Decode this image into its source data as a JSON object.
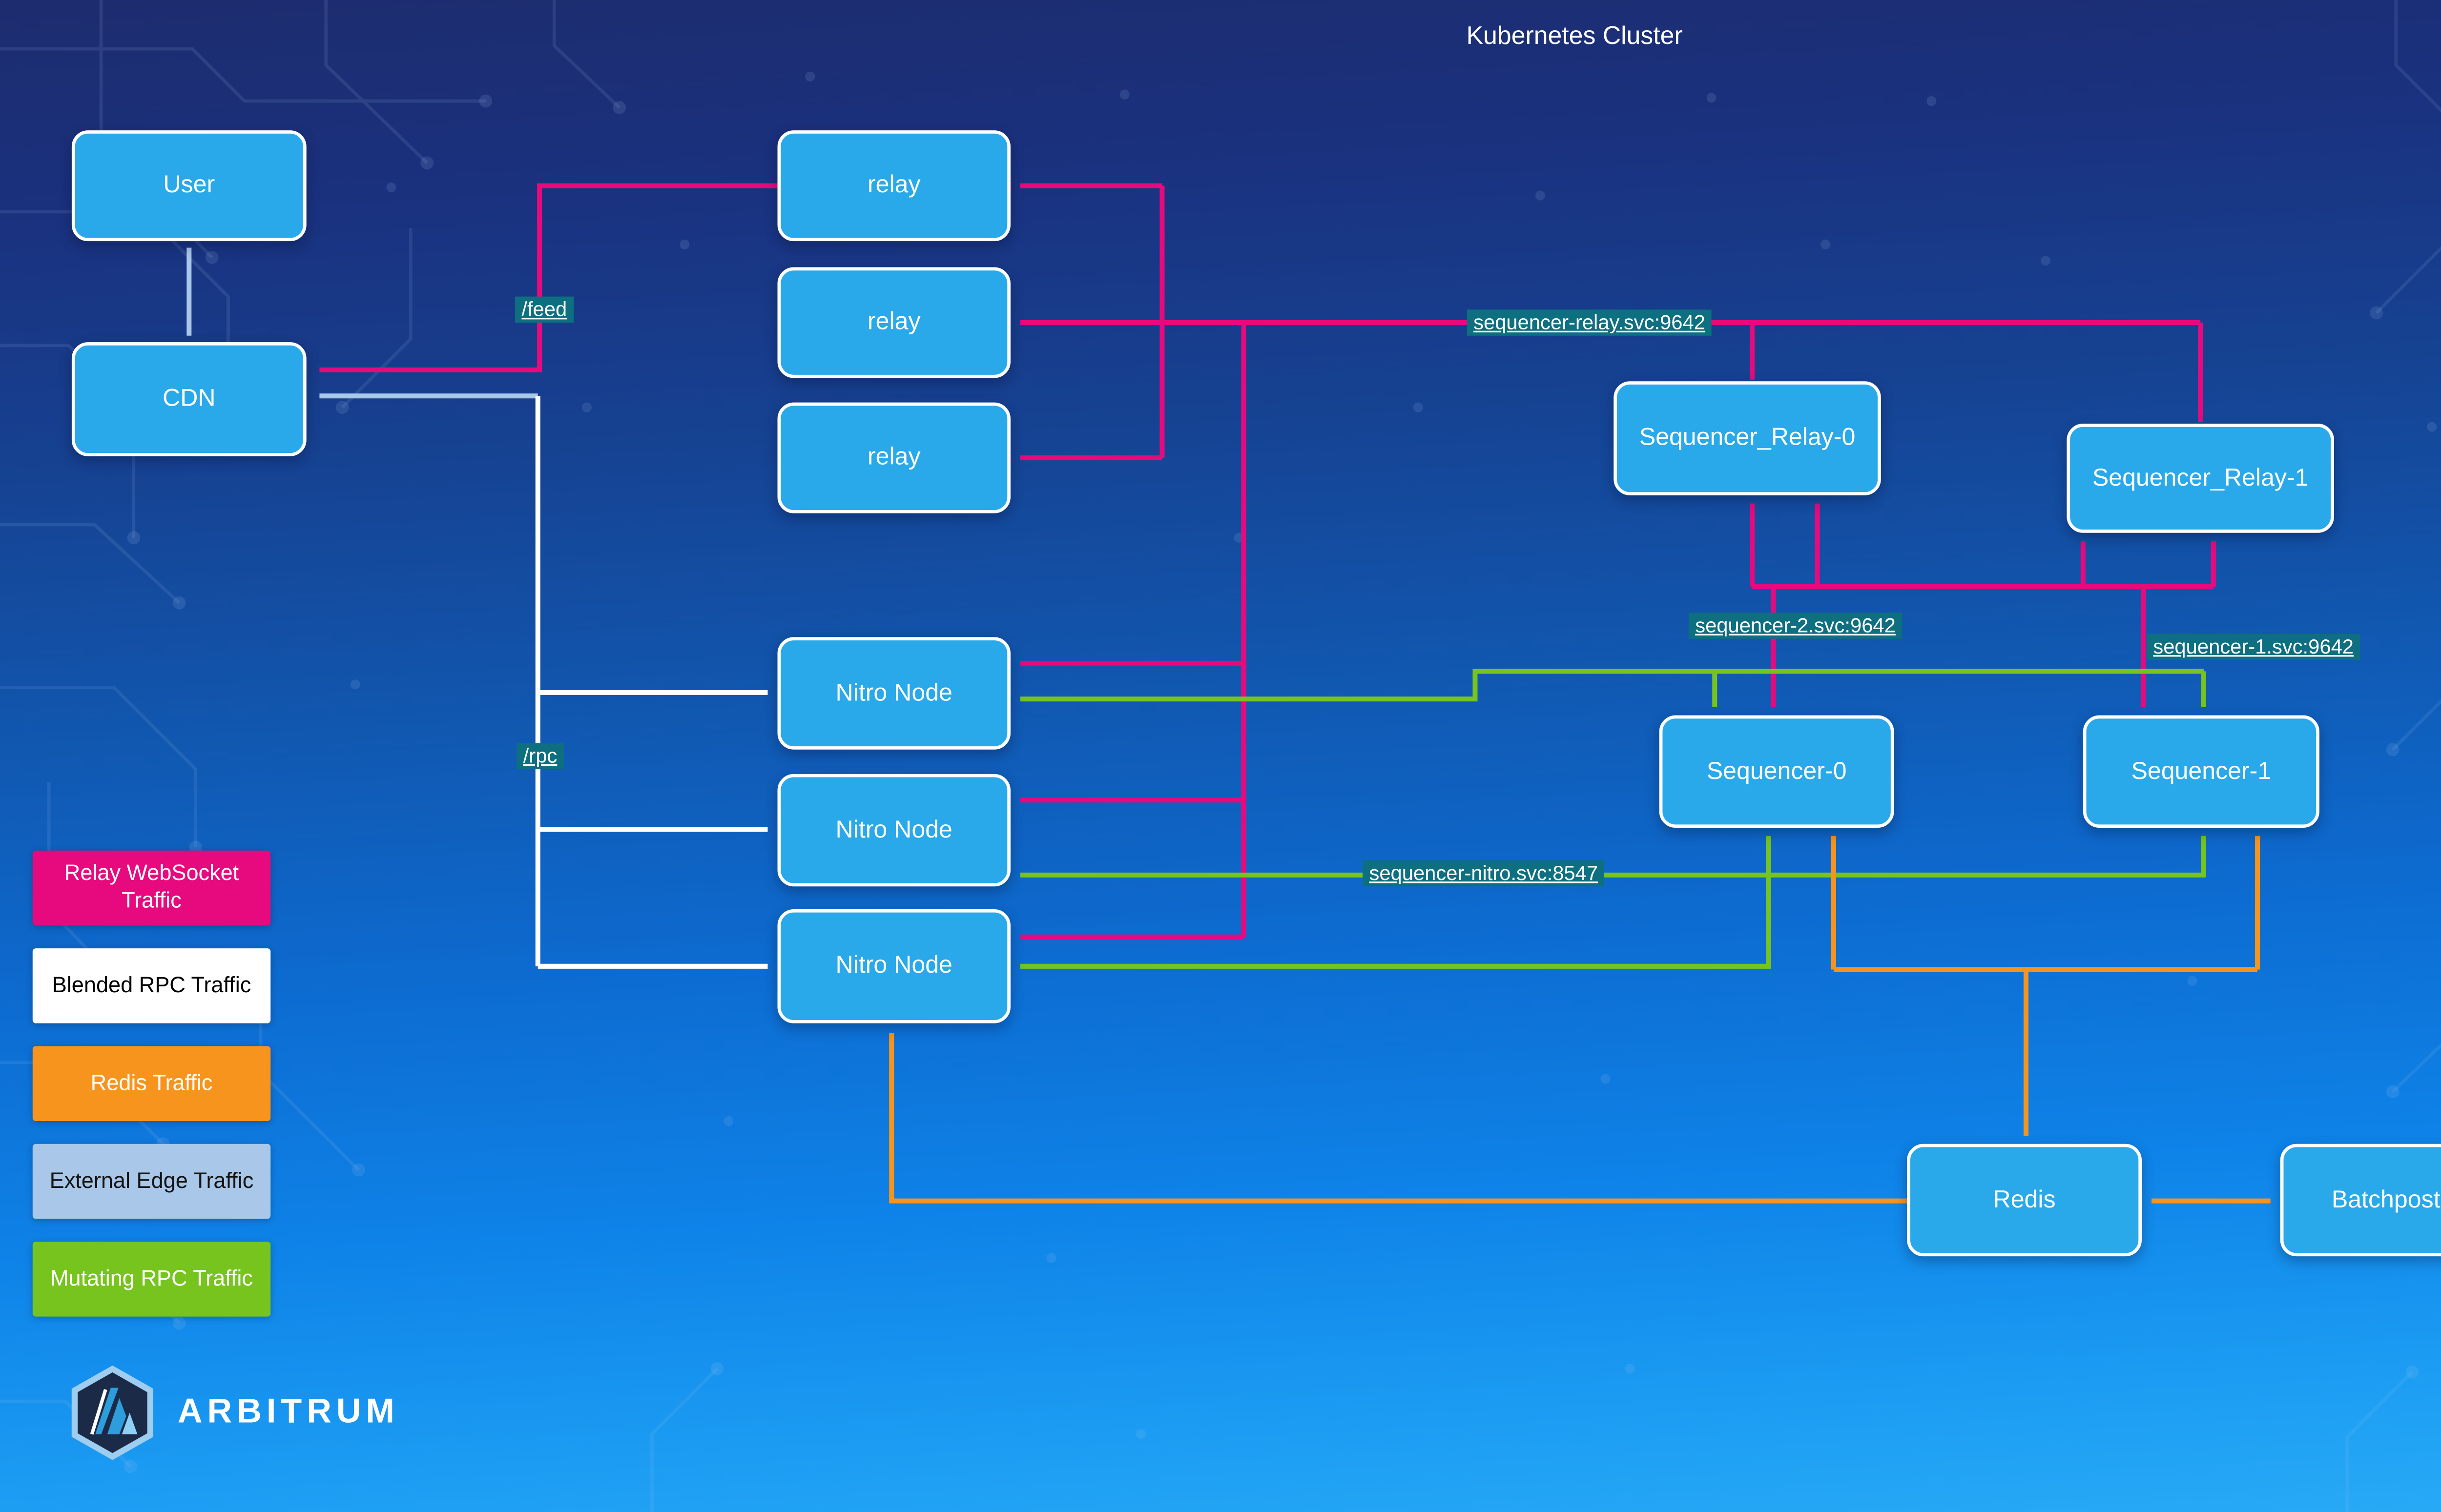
{
  "title": "Kubernetes Cluster",
  "colors": {
    "relay_websocket": "#e60a7e",
    "blended_rpc": "#ffffff",
    "redis": "#f7941e",
    "external_edge": "#a9c7e8",
    "mutating_rpc": "#77c41f",
    "node_fill": "#29a9ea",
    "label_bg": "#0e6f80"
  },
  "nodes": {
    "user": {
      "label": "User"
    },
    "cdn": {
      "label": "CDN"
    },
    "relay0": {
      "label": "relay"
    },
    "relay1": {
      "label": "relay"
    },
    "relay2": {
      "label": "relay"
    },
    "nitro0": {
      "label": "Nitro Node"
    },
    "nitro1": {
      "label": "Nitro Node"
    },
    "nitro2": {
      "label": "Nitro Node"
    },
    "seq_relay0": {
      "label": "Sequencer_Relay-0"
    },
    "seq_relay1": {
      "label": "Sequencer_Relay-1"
    },
    "seq0": {
      "label": "Sequencer-0"
    },
    "seq1": {
      "label": "Sequencer-1"
    },
    "redis": {
      "label": "Redis"
    },
    "batchposter": {
      "label": "Batchposter"
    }
  },
  "edge_labels": {
    "feed": "/feed",
    "rpc": "/rpc",
    "sequencer_relay_svc": "sequencer-relay.svc:9642",
    "sequencer_2_svc": "sequencer-2.svc:9642",
    "sequencer_1_svc": "sequencer-1.svc:9642",
    "sequencer_nitro_svc": "sequencer-nitro.svc:8547"
  },
  "legend": {
    "items": [
      {
        "label": "Relay WebSocket Traffic",
        "color": "#e60a7e",
        "text_color": "#ffffff"
      },
      {
        "label": "Blended RPC Traffic",
        "color": "#ffffff",
        "text_color": "#000000"
      },
      {
        "label": "Redis Traffic",
        "color": "#f7941e",
        "text_color": "#ffffff"
      },
      {
        "label": "External Edge Traffic",
        "color": "#a9c7e8",
        "text_color": "#141414"
      },
      {
        "label": "Mutating RPC Traffic",
        "color": "#77c41f",
        "text_color": "#ffffff"
      }
    ]
  },
  "branding": {
    "logo_text": "ARBITRUM"
  }
}
